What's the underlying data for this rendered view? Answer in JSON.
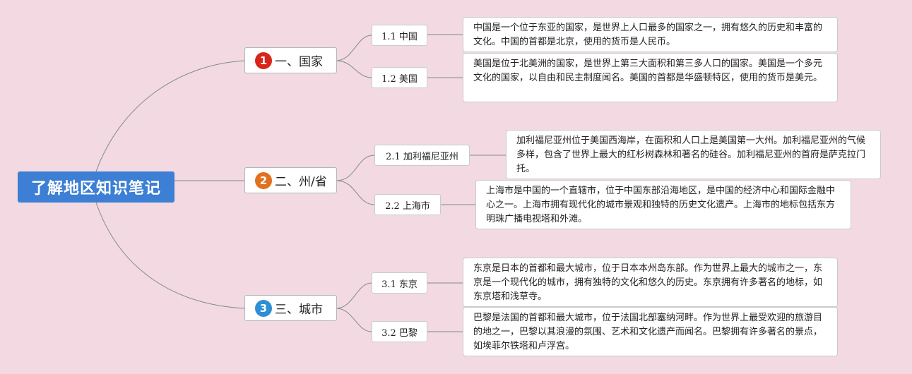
{
  "root": {
    "title": "了解地区知识笔记"
  },
  "colors": {
    "background": "#f3d9e1",
    "root_fill": "#3c7fd4",
    "link": "#7f8b8c",
    "badge_1": "#d8251c",
    "badge_2": "#e2711d",
    "badge_3": "#2e8fd6"
  },
  "topics": [
    {
      "badge": "1",
      "label": "一、国家",
      "children": [
        {
          "label": "1.1 中国",
          "note": "中国是一个位于东亚的国家，是世界上人口最多的国家之一，拥有悠久的历史和丰富的文化。中国的首都是北京，使用的货币是人民币。"
        },
        {
          "label": "1.2 美国",
          "note": "美国是位于北美洲的国家，是世界上第三大面积和第三多人口的国家。美国是一个多元文化的国家，以自由和民主制度闻名。美国的首都是华盛顿特区，使用的货币是美元。"
        }
      ]
    },
    {
      "badge": "2",
      "label": "二、州/省",
      "children": [
        {
          "label": "2.1 加利福尼亚州",
          "note": "加利福尼亚州位于美国西海岸，在面积和人口上是美国第一大州。加利福尼亚州的气候多样，包含了世界上最大的红杉树森林和著名的硅谷。加利福尼亚州的首府是萨克拉门托。"
        },
        {
          "label": "2.2 上海市",
          "note": "上海市是中国的一个直辖市，位于中国东部沿海地区，是中国的经济中心和国际金融中心之一。上海市拥有现代化的城市景观和独特的历史文化遗产。上海市的地标包括东方明珠广播电视塔和外滩。"
        }
      ]
    },
    {
      "badge": "3",
      "label": "三、城市",
      "children": [
        {
          "label": "3.1 东京",
          "note": "东京是日本的首都和最大城市，位于日本本州岛东部。作为世界上最大的城市之一，东京是一个现代化的城市，拥有独特的文化和悠久的历史。东京拥有许多著名的地标，如东京塔和浅草寺。"
        },
        {
          "label": "3.2 巴黎",
          "note": "巴黎是法国的首都和最大城市，位于法国北部塞纳河畔。作为世界上最受欢迎的旅游目的地之一，巴黎以其浪漫的氛围、艺术和文化遗产而闻名。巴黎拥有许多著名的景点，如埃菲尔铁塔和卢浮宫。"
        }
      ]
    }
  ]
}
